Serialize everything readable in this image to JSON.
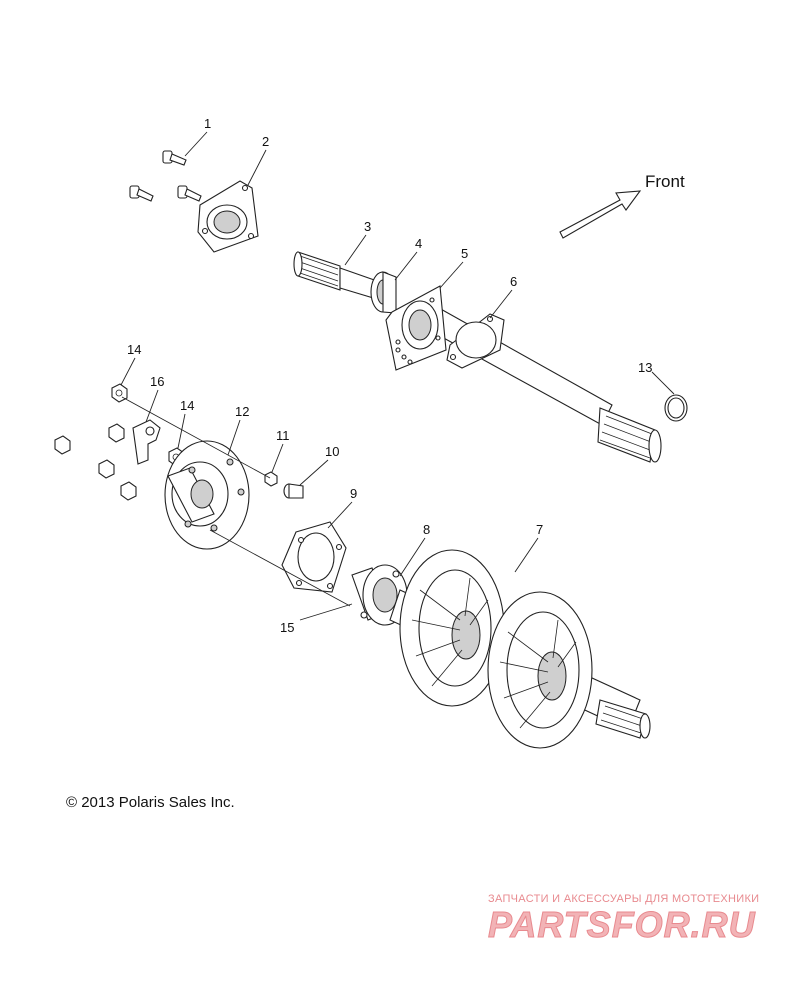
{
  "diagram": {
    "front_label": "Front",
    "callouts": [
      "1",
      "2",
      "3",
      "4",
      "5",
      "6",
      "7",
      "8",
      "9",
      "10",
      "11",
      "12",
      "13",
      "14",
      "14",
      "15",
      "16"
    ]
  },
  "footer": {
    "copyright": "© 2013 Polaris Sales Inc."
  },
  "watermark": {
    "tagline": "ЗАПЧАСТИ И АКСЕССУАРЫ ДЛЯ МОТОТЕХНИКИ",
    "logo_text": "PARTSFOR.RU",
    "color": "#e88a8f"
  }
}
